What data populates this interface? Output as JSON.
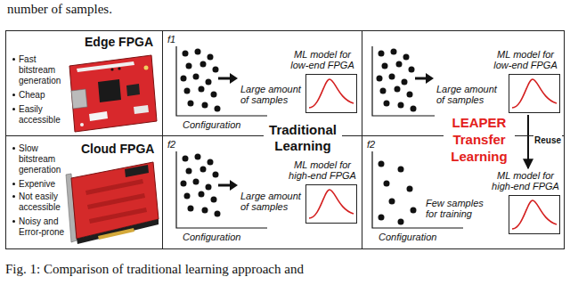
{
  "diagram": {
    "caption": "Fig. 1: Comparison of traditional learning approach and",
    "nodes": [
      {
        "text": [
          "Edge FPGA",
          "Fast bitstream generation",
          "Cheap",
          "Easily accessible"
        ]
      },
      {
        "text": [
          "f1",
          "Large amount of samples",
          "Configuration"
        ]
      },
      {
        "text": [
          "ML model for low-end FPGA"
        ],
        "in": 1
      },
      {
        "text": [
          "Large amount of samples"
        ]
      },
      {
        "text": [
          "ML model for low-end FPGA"
        ],
        "in": 3
      },
      {
        "text": [
          "Cloud FPGA",
          "Slow bitstream generation",
          "Expenive",
          "Not easily accessible",
          "Noisy and Error-prone"
        ]
      },
      {
        "text": [
          "f2",
          "Large amount of samples",
          "Configuration"
        ]
      },
      {
        "text": [
          "ML model for high-end FPGA"
        ],
        "in": 6
      },
      {
        "text": [
          "f2",
          "Few samples for training",
          "Configuration"
        ]
      },
      {
        "text": [
          "ML model for high-end FPGA"
        ],
        "in": 8
      }
    ],
    "edges": [
      {
        "from": 4,
        "to": 9,
        "arrow": "to",
        "label": "Reuse"
      }
    ],
    "labels": [
      "number of samples.",
      "Traditional Learning",
      "LEAPER Transfer Learning"
    ]
  }
}
